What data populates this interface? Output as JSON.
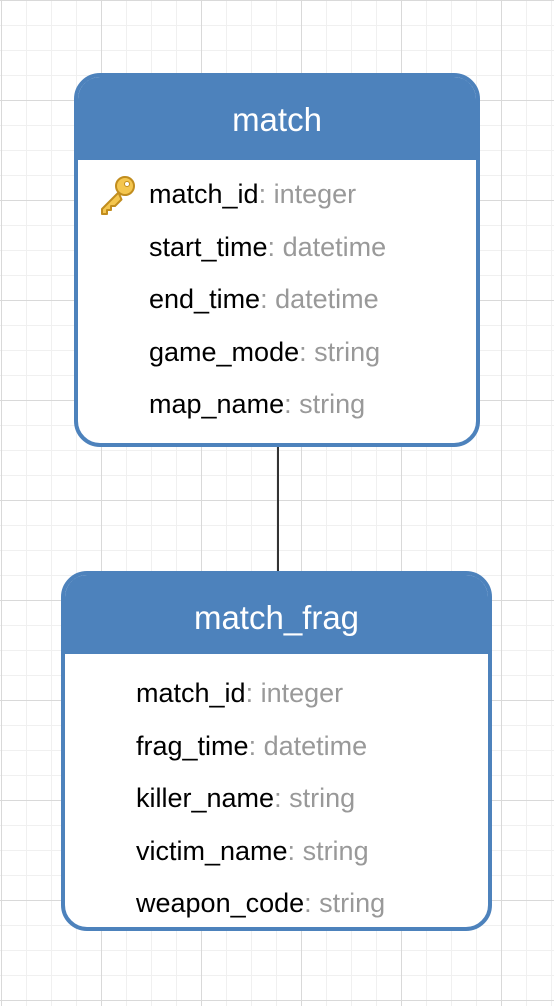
{
  "colors": {
    "header": "#4d82bc",
    "border": "#4d82bc",
    "type_text": "#999999",
    "connector": "#333333"
  },
  "entities": [
    {
      "title": "match",
      "fields": [
        {
          "name": "match_id",
          "sep": ":",
          "type": " integer",
          "icon": "key-icon"
        },
        {
          "name": "start_time",
          "sep": ":",
          "type": " datetime"
        },
        {
          "name": "end_time",
          "sep": ":",
          "type": " datetime"
        },
        {
          "name": "game_mode",
          "sep": ":",
          "type": " string"
        },
        {
          "name": "map_name",
          "sep": ":",
          "type": " string"
        }
      ]
    },
    {
      "title": "match_frag",
      "fields": [
        {
          "name": "match_id",
          "sep": ":",
          "type": " integer"
        },
        {
          "name": "frag_time",
          "sep": ":",
          "type": " datetime"
        },
        {
          "name": "killer_name",
          "sep": ":",
          "type": " string"
        },
        {
          "name": "victim_name",
          "sep": ":",
          "type": " string"
        },
        {
          "name": "weapon_code",
          "sep": ":",
          "type": " string"
        }
      ]
    }
  ]
}
